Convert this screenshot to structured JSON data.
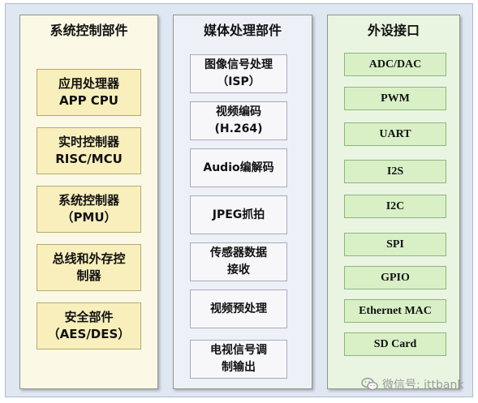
{
  "columns": {
    "sys": {
      "title": "系统控制部件",
      "items": [
        "应用处理器\nAPP CPU",
        "实时控制器\nRISC/MCU",
        "系统控制器\n（PMU）",
        "总线和外存控\n制器",
        "安全部件\n（AES/DES）"
      ]
    },
    "media": {
      "title": "媒体处理部件",
      "items": [
        "图像信号处理\n（ISP）",
        "视频编码\n(H.264)",
        "Audio编解码",
        "JPEG抓拍",
        "传感器数据\n接收",
        "视频预处理",
        "电视信号调\n制输出"
      ]
    },
    "io": {
      "title": "外设接口",
      "items": [
        "ADC/DAC",
        "PWM",
        "UART",
        "I2S",
        "I2C",
        "SPI",
        "GPIO",
        "Ethernet MAC",
        "SD Card"
      ]
    }
  },
  "watermark": {
    "text": "微信号: ittbank",
    "icon": "wechat-icon"
  },
  "colors": {
    "sys_panel": "#fbf9e6",
    "sys_box": "#f8efbc",
    "media_panel": "#eef0f8",
    "media_box": "#f7f7fa",
    "io_panel": "#e9f5e1",
    "io_box": "#d9f0c6",
    "background": "#dfe7f3"
  }
}
